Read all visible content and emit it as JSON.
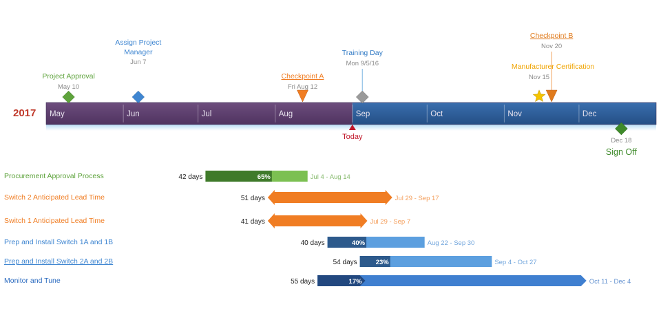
{
  "chart_data": {
    "type": "gantt",
    "year": "2017",
    "months": [
      "May",
      "Jun",
      "Jul",
      "Aug",
      "Sep",
      "Oct",
      "Nov",
      "Dec"
    ],
    "today": {
      "label": "Today",
      "date": "2017-09-01"
    },
    "colors": {
      "past_band": "#5e3f6e",
      "future_band": "#2f5f9a",
      "today_marker": "#c0172a",
      "green": "#5ea33c",
      "blue": "#3f86d1",
      "orange": "#f07d23",
      "gray": "#9a9a9a",
      "gold": "#f5c400"
    },
    "milestones": [
      {
        "title": "Project Approval",
        "date_label": "May 10",
        "date": "2017-05-10",
        "color": "#5ea33c",
        "shape": "diamond",
        "position": "above",
        "level": 1
      },
      {
        "title": "Assign Project Manager",
        "date_label": "Jun 7",
        "date": "2017-06-07",
        "color": "#3f86d1",
        "shape": "diamond",
        "position": "above",
        "level": 3
      },
      {
        "title": "Checkpoint A",
        "date_label": "Fri Aug 12",
        "date": "2017-08-12",
        "color": "#f07d23",
        "shape": "triangle",
        "position": "above",
        "level": 1,
        "underline": true
      },
      {
        "title": "Training Day",
        "date_label": "Mon 9/5/16",
        "date": "2017-09-05",
        "color": "#2e78c4",
        "shape": "diamond-gray",
        "position": "above",
        "level": 2
      },
      {
        "title": "Manufacturer Certification",
        "date_label": "Nov 15",
        "date": "2017-11-15",
        "color": "#f0a400",
        "shape": "star",
        "position": "above",
        "level": 1
      },
      {
        "title": "Checkpoint B",
        "date_label": "Nov 20",
        "date": "2017-11-20",
        "color": "#e07b1d",
        "shape": "triangle",
        "position": "above",
        "level": 3,
        "underline": true
      },
      {
        "title": "Sign Off",
        "date_label": "Dec 18",
        "date": "2017-12-18",
        "color": "#3e8a2a",
        "shape": "diamond",
        "position": "below",
        "level": 0
      }
    ],
    "tasks": [
      {
        "name": "Procurement Approval Process",
        "color": "#5ea33c",
        "duration": "42 days",
        "percent": "65%",
        "percent_complete": 65,
        "start": "2017-07-04",
        "end": "2017-08-14",
        "range": "Jul 4 - Aug 14",
        "shape": "bar"
      },
      {
        "name": "Switch 2 Anticipated Lead Time",
        "color": "#f07d23",
        "duration": "51 days",
        "percent": "",
        "percent_complete": 0,
        "start": "2017-07-29",
        "end": "2017-09-17",
        "range": "Jul 29 - Sep 17",
        "shape": "double-arrow"
      },
      {
        "name": "Switch 1 Anticipated Lead Time",
        "color": "#f07d23",
        "duration": "41 days",
        "percent": "",
        "percent_complete": 0,
        "start": "2017-07-29",
        "end": "2017-09-07",
        "range": "Jul 29 - Sep 7",
        "shape": "double-arrow"
      },
      {
        "name": "Prep and Install Switch 1A and 1B",
        "color": "#3f86d1",
        "duration": "40 days",
        "percent": "40%",
        "percent_complete": 40,
        "start": "2017-08-22",
        "end": "2017-09-30",
        "range": "Aug 22 - Sep 30",
        "shape": "bar"
      },
      {
        "name": "Prep and Install Switch 2A and 2B",
        "color": "#3f86d1",
        "duration": "54 days",
        "percent": "23%",
        "percent_complete": 23,
        "start": "2017-09-04",
        "end": "2017-10-27",
        "range": "Sep 4 - Oct 27",
        "shape": "bar",
        "underline": true
      },
      {
        "name": "Monitor and Tune",
        "color": "#2d6cc0",
        "duration": "55 days",
        "percent": "17%",
        "percent_complete": 17,
        "start": "2017-08-18",
        "end": "2017-12-04",
        "range": "Oct 11 - Dec 4",
        "shape": "chevron"
      }
    ]
  }
}
